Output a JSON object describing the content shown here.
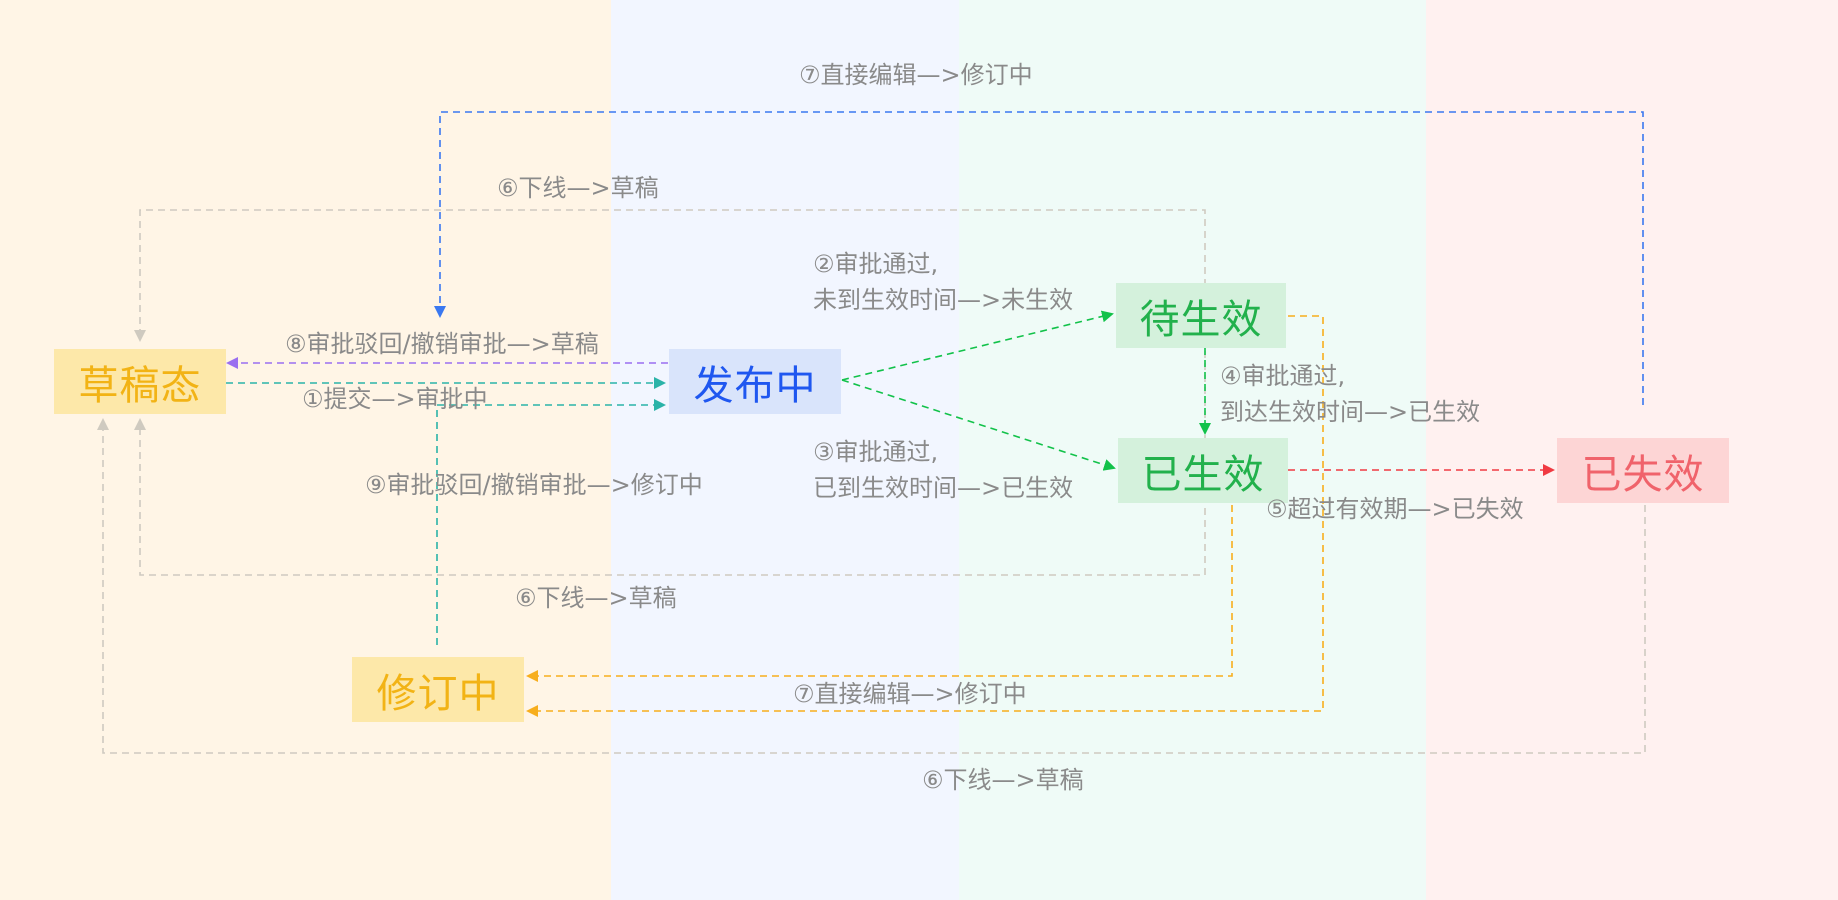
{
  "colors": {
    "draft": "#f2b315",
    "draft_bg": "#fde8a9",
    "publishing": "#1f57f0",
    "publishing_bg": "#d9e4fb",
    "pending": "#22b14c",
    "pending_bg": "#d4f1dc",
    "effective": "#22b14c",
    "effective_bg": "#d4f1dc",
    "expired": "#f0636b",
    "expired_bg": "#fdd5d5",
    "revising": "#f2b315",
    "revising_bg": "#fde8a9",
    "teal": "#2bb3a8",
    "purple": "#9a6ff0",
    "green": "#12c24a",
    "orange": "#f7ae1d",
    "red": "#f03a42",
    "blue": "#3a78f0",
    "gray": "#c9c9c9"
  },
  "nodes": {
    "draft": "草稿态",
    "publishing": "发布中",
    "pending": "待生效",
    "effective": "已生效",
    "expired": "已失效",
    "revising": "修订中"
  },
  "labels": {
    "t1": "①提交—>审批中",
    "t2_line1": "②审批通过,",
    "t2_line2": "未到生效时间—>未生效",
    "t3_line1": "③审批通过,",
    "t3_line2": "已到生效时间—>已生效",
    "t4_line1": "④审批通过,",
    "t4_line2": "到达生效时间—>已生效",
    "t5": "⑤超过有效期—>已失效",
    "t6_top": "⑥下线—>草稿",
    "t6_middle": "⑥下线—>草稿",
    "t6_bottom": "⑥下线—>草稿",
    "t7_top": "⑦直接编辑—>修订中",
    "t7_bottom": "⑦直接编辑—>修订中",
    "t8": "⑧审批驳回/撤销审批—>草稿",
    "t9": "⑨审批驳回/撤销审批—>修订中"
  }
}
